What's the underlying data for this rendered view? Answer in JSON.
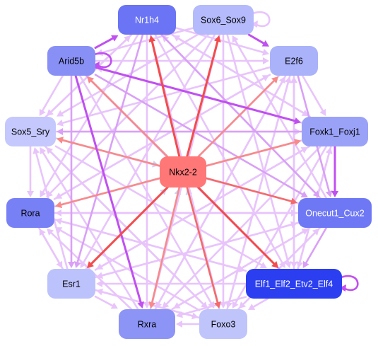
{
  "center": {
    "id": "nkx",
    "label": "Nkx2-2",
    "color": "#ff7777",
    "text_color": "#000000"
  },
  "nodes": [
    {
      "id": "nr1h4",
      "label": "Nr1h4",
      "color": "#6a74f4",
      "text_color": "#ffffff"
    },
    {
      "id": "sox6",
      "label": "Sox6_Sox9",
      "color": "#b4bafb",
      "text_color": "#000000"
    },
    {
      "id": "e2f6",
      "label": "E2f6",
      "color": "#aab2fa",
      "text_color": "#000000"
    },
    {
      "id": "foxk1",
      "label": "Foxk1_Foxj1",
      "color": "#9aa2f8",
      "text_color": "#000000"
    },
    {
      "id": "onecut",
      "label": "Onecut1_Cux2",
      "color": "#6e78f5",
      "text_color": "#ffffff"
    },
    {
      "id": "elf",
      "label": "Elf1_Elf2_Etv2_Elf4",
      "color": "#2b3ff1",
      "text_color": "#ffffff"
    },
    {
      "id": "foxo3",
      "label": "Foxo3",
      "color": "#bfc4fb",
      "text_color": "#000000"
    },
    {
      "id": "rxra",
      "label": "Rxra",
      "color": "#8c94f6",
      "text_color": "#000000"
    },
    {
      "id": "esr1",
      "label": "Esr1",
      "color": "#bcc2fb",
      "text_color": "#000000"
    },
    {
      "id": "rora",
      "label": "Rora",
      "color": "#7880f5",
      "text_color": "#000000"
    },
    {
      "id": "sox5",
      "label": "Sox5_Sry",
      "color": "#c4c8fc",
      "text_color": "#000000"
    },
    {
      "id": "arid5b",
      "label": "Arid5b",
      "color": "#8890f6",
      "text_color": "#000000"
    }
  ],
  "edges": [
    {
      "from": "nkx",
      "to": "nr1h4",
      "color": "#f44c4c"
    },
    {
      "from": "nkx",
      "to": "sox6",
      "color": "#f44c4c"
    },
    {
      "from": "nkx",
      "to": "e2f6",
      "color": "#f88a8a"
    },
    {
      "from": "nkx",
      "to": "foxk1",
      "color": "#f88a8a"
    },
    {
      "from": "nkx",
      "to": "onecut",
      "color": "#f46a6a"
    },
    {
      "from": "nkx",
      "to": "elf",
      "color": "#f44c4c"
    },
    {
      "from": "nkx",
      "to": "foxo3",
      "color": "#f46a6a"
    },
    {
      "from": "nkx",
      "to": "rxra",
      "color": "#f88a8a"
    },
    {
      "from": "nkx",
      "to": "esr1",
      "color": "#f44c4c"
    },
    {
      "from": "nkx",
      "to": "rora",
      "color": "#f88a8a"
    },
    {
      "from": "nkx",
      "to": "sox5",
      "color": "#f88a8a"
    },
    {
      "from": "nkx",
      "to": "arid5b",
      "color": "#f88a8a"
    },
    {
      "from": "arid5b",
      "to": "nr1h4",
      "color": "#c050f0"
    },
    {
      "from": "arid5b",
      "to": "foxk1",
      "color": "#c050f0"
    },
    {
      "from": "arid5b",
      "to": "sox5",
      "color": "#e8c4fb"
    },
    {
      "from": "arid5b",
      "to": "rxra",
      "color": "#c050f0"
    },
    {
      "from": "arid5b",
      "to": "elf",
      "color": "#d9a0f6"
    },
    {
      "from": "arid5b",
      "to": "onecut",
      "color": "#d9a0f6"
    },
    {
      "from": "arid5b",
      "to": "esr1",
      "color": "#d9a0f6"
    },
    {
      "from": "arid5b",
      "to": "foxo3",
      "color": "#e8c4fb"
    },
    {
      "from": "arid5b",
      "to": "e2f6",
      "color": "#e8c4fb"
    },
    {
      "from": "nr1h4",
      "to": "foxk1",
      "color": "#e8c4fb"
    },
    {
      "from": "nr1h4",
      "to": "onecut",
      "color": "#d9a0f6"
    },
    {
      "from": "nr1h4",
      "to": "elf",
      "color": "#e8c4fb"
    },
    {
      "from": "nr1h4",
      "to": "foxo3",
      "color": "#e8c4fb"
    },
    {
      "from": "nr1h4",
      "to": "rxra",
      "color": "#e8c4fb"
    },
    {
      "from": "nr1h4",
      "to": "esr1",
      "color": "#d9a0f6"
    },
    {
      "from": "nr1h4",
      "to": "rora",
      "color": "#e8c4fb"
    },
    {
      "from": "nr1h4",
      "to": "sox5",
      "color": "#e8c4fb"
    },
    {
      "from": "nr1h4",
      "to": "e2f6",
      "color": "#e8c4fb"
    },
    {
      "from": "sox6",
      "to": "e2f6",
      "color": "#c050f0"
    },
    {
      "from": "sox6",
      "to": "elf",
      "color": "#e8c4fb"
    },
    {
      "from": "sox6",
      "to": "rxra",
      "color": "#e8c4fb"
    },
    {
      "from": "sox6",
      "to": "esr1",
      "color": "#e8c4fb"
    },
    {
      "from": "sox6",
      "to": "rora",
      "color": "#e8c4fb"
    },
    {
      "from": "sox6",
      "to": "sox5",
      "color": "#e8c4fb"
    },
    {
      "from": "sox6",
      "to": "arid5b",
      "color": "#e8c4fb"
    },
    {
      "from": "sox6",
      "to": "foxo3",
      "color": "#e8c4fb"
    },
    {
      "from": "e2f6",
      "to": "foxk1",
      "color": "#e8c4fb"
    },
    {
      "from": "e2f6",
      "to": "onecut",
      "color": "#d9a0f6"
    },
    {
      "from": "e2f6",
      "to": "elf",
      "color": "#e8c4fb"
    },
    {
      "from": "e2f6",
      "to": "rxra",
      "color": "#e8c4fb"
    },
    {
      "from": "e2f6",
      "to": "esr1",
      "color": "#e8c4fb"
    },
    {
      "from": "e2f6",
      "to": "rora",
      "color": "#e8c4fb"
    },
    {
      "from": "e2f6",
      "to": "sox5",
      "color": "#e8c4fb"
    },
    {
      "from": "e2f6",
      "to": "foxo3",
      "color": "#e8c4fb"
    },
    {
      "from": "foxk1",
      "to": "onecut",
      "color": "#c050f0"
    },
    {
      "from": "foxk1",
      "to": "sox5",
      "color": "#d9a0f6"
    },
    {
      "from": "foxk1",
      "to": "rora",
      "color": "#e8c4fb"
    },
    {
      "from": "foxk1",
      "to": "esr1",
      "color": "#e8c4fb"
    },
    {
      "from": "foxk1",
      "to": "rxra",
      "color": "#e8c4fb"
    },
    {
      "from": "foxk1",
      "to": "foxo3",
      "color": "#e8c4fb"
    },
    {
      "from": "foxk1",
      "to": "elf",
      "color": "#e8c4fb"
    },
    {
      "from": "foxk1",
      "to": "arid5b",
      "color": "#e8c4fb"
    },
    {
      "from": "foxk1",
      "to": "nr1h4",
      "color": "#e8c4fb"
    },
    {
      "from": "onecut",
      "to": "elf",
      "color": "#d9a0f6"
    },
    {
      "from": "onecut",
      "to": "rora",
      "color": "#e8c4fb"
    },
    {
      "from": "onecut",
      "to": "sox5",
      "color": "#e8c4fb"
    },
    {
      "from": "onecut",
      "to": "esr1",
      "color": "#e8c4fb"
    },
    {
      "from": "onecut",
      "to": "rxra",
      "color": "#e8c4fb"
    },
    {
      "from": "onecut",
      "to": "foxo3",
      "color": "#e8c4fb"
    },
    {
      "from": "onecut",
      "to": "nr1h4",
      "color": "#e8c4fb"
    },
    {
      "from": "onecut",
      "to": "sox6",
      "color": "#e8c4fb"
    },
    {
      "from": "elf",
      "to": "esr1",
      "color": "#e8c4fb"
    },
    {
      "from": "elf",
      "to": "rora",
      "color": "#e8c4fb"
    },
    {
      "from": "elf",
      "to": "rxra",
      "color": "#e8c4fb"
    },
    {
      "from": "elf",
      "to": "arid5b",
      "color": "#d9a0f6"
    },
    {
      "from": "elf",
      "to": "e2f6",
      "color": "#e8c4fb"
    },
    {
      "from": "elf",
      "to": "foxk1",
      "color": "#e8c4fb"
    },
    {
      "from": "elf",
      "to": "foxo3",
      "color": "#e8c4fb"
    },
    {
      "from": "foxo3",
      "to": "esr1",
      "color": "#e8c4fb"
    },
    {
      "from": "foxo3",
      "to": "rora",
      "color": "#e8c4fb"
    },
    {
      "from": "foxo3",
      "to": "sox5",
      "color": "#e8c4fb"
    },
    {
      "from": "foxo3",
      "to": "onecut",
      "color": "#e8c4fb"
    },
    {
      "from": "foxo3",
      "to": "e2f6",
      "color": "#e8c4fb"
    },
    {
      "from": "foxo3",
      "to": "rxra",
      "color": "#e8c4fb"
    },
    {
      "from": "rxra",
      "to": "rora",
      "color": "#e8c4fb"
    },
    {
      "from": "rxra",
      "to": "sox5",
      "color": "#e8c4fb"
    },
    {
      "from": "rxra",
      "to": "onecut",
      "color": "#e8c4fb"
    },
    {
      "from": "rxra",
      "to": "e2f6",
      "color": "#e8c4fb"
    },
    {
      "from": "rxra",
      "to": "nkx",
      "color": "#ccd4f6"
    },
    {
      "from": "esr1",
      "to": "rora",
      "color": "#e8c4fb"
    },
    {
      "from": "esr1",
      "to": "sox5",
      "color": "#e8c4fb"
    },
    {
      "from": "esr1",
      "to": "onecut",
      "color": "#e8c4fb"
    },
    {
      "from": "esr1",
      "to": "foxk1",
      "color": "#e8c4fb"
    },
    {
      "from": "esr1",
      "to": "e2f6",
      "color": "#e8c4fb"
    },
    {
      "from": "esr1",
      "to": "rxra",
      "color": "#e8c4fb"
    },
    {
      "from": "esr1",
      "to": "foxo3",
      "color": "#e8c4fb"
    },
    {
      "from": "esr1",
      "to": "nkx",
      "color": "#ccd4f6"
    },
    {
      "from": "rora",
      "to": "onecut",
      "color": "#e8c4fb"
    },
    {
      "from": "rora",
      "to": "foxk1",
      "color": "#e8c4fb"
    },
    {
      "from": "rora",
      "to": "e2f6",
      "color": "#e8c4fb"
    },
    {
      "from": "rora",
      "to": "esr1",
      "color": "#e8c4fb"
    },
    {
      "from": "rora",
      "to": "elf",
      "color": "#e8c4fb"
    },
    {
      "from": "sox5",
      "to": "rora",
      "color": "#e8c4fb"
    },
    {
      "from": "sox5",
      "to": "foxk1",
      "color": "#e8c4fb"
    },
    {
      "from": "sox5",
      "to": "elf",
      "color": "#e8c4fb"
    },
    {
      "from": "sox5",
      "to": "nr1h4",
      "color": "#e8c4fb"
    },
    {
      "from": "sox5",
      "to": "foxo3",
      "color": "#e8c4fb"
    },
    {
      "from": "sox5",
      "to": "nkx",
      "color": "#ccd4f6"
    },
    {
      "from": "foxo3",
      "to": "nkx",
      "color": "#ccd4f6"
    }
  ],
  "self_loops": [
    {
      "node": "sox6",
      "color": "#e8c4fb"
    },
    {
      "node": "arid5b",
      "color": "#c050f0"
    },
    {
      "node": "elf",
      "color": "#c050f0"
    }
  ]
}
